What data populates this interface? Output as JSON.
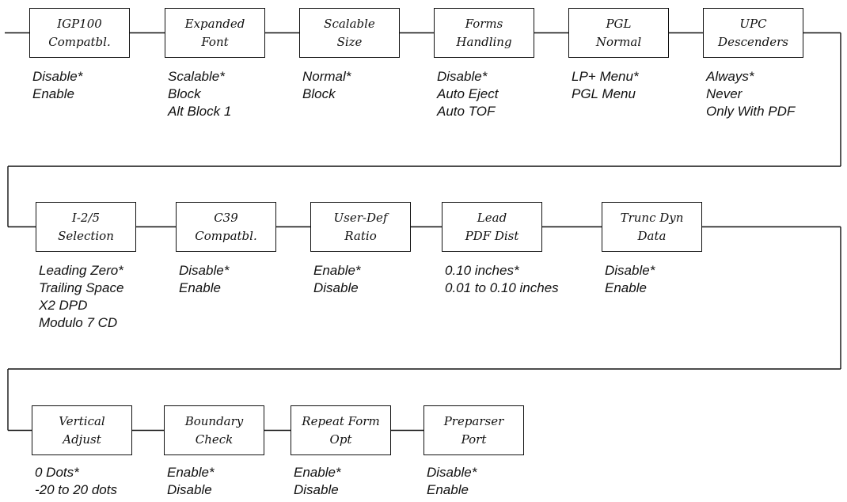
{
  "colors": {
    "line": "#111111",
    "background": "#ffffff"
  },
  "rows": [
    {
      "items": [
        {
          "title": [
            "IGP100",
            "Compatbl."
          ],
          "options": [
            "Disable*",
            "Enable"
          ]
        },
        {
          "title": [
            "Expanded",
            "Font"
          ],
          "options": [
            "Scalable*",
            "Block",
            "Alt Block 1"
          ]
        },
        {
          "title": [
            "Scalable",
            "Size"
          ],
          "options": [
            "Normal*",
            "Block"
          ]
        },
        {
          "title": [
            "Forms",
            "Handling"
          ],
          "options": [
            "Disable*",
            "Auto Eject",
            "Auto TOF"
          ]
        },
        {
          "title": [
            "PGL",
            "Normal"
          ],
          "options": [
            "LP+ Menu*",
            "PGL Menu"
          ]
        },
        {
          "title": [
            "UPC",
            "Descenders"
          ],
          "options": [
            "Always*",
            "Never",
            "Only With PDF"
          ]
        }
      ]
    },
    {
      "items": [
        {
          "title": [
            "I-2/5",
            "Selection"
          ],
          "options": [
            "Leading Zero*",
            "Trailing Space",
            "X2 DPD",
            "Modulo 7 CD"
          ]
        },
        {
          "title": [
            "C39",
            "Compatbl."
          ],
          "options": [
            "Disable*",
            "Enable"
          ]
        },
        {
          "title": [
            "User-Def",
            "Ratio"
          ],
          "options": [
            "Enable*",
            "Disable"
          ]
        },
        {
          "title": [
            "Lead",
            "PDF Dist"
          ],
          "options": [
            "0.10 inches*",
            "0.01 to 0.10 inches"
          ]
        },
        {
          "title": [
            "Trunc Dyn",
            "Data"
          ],
          "options": [
            "Disable*",
            "Enable"
          ]
        }
      ]
    },
    {
      "items": [
        {
          "title": [
            "Vertical",
            "Adjust"
          ],
          "options": [
            "0 Dots*",
            "-20 to 20 dots"
          ]
        },
        {
          "title": [
            "Boundary",
            "Check"
          ],
          "options": [
            "Enable*",
            "Disable"
          ]
        },
        {
          "title": [
            "Repeat Form",
            "Opt"
          ],
          "options": [
            "Enable*",
            "Disable"
          ]
        },
        {
          "title": [
            "Preparser",
            "Port"
          ],
          "options": [
            "Disable*",
            "Enable"
          ]
        }
      ]
    }
  ]
}
